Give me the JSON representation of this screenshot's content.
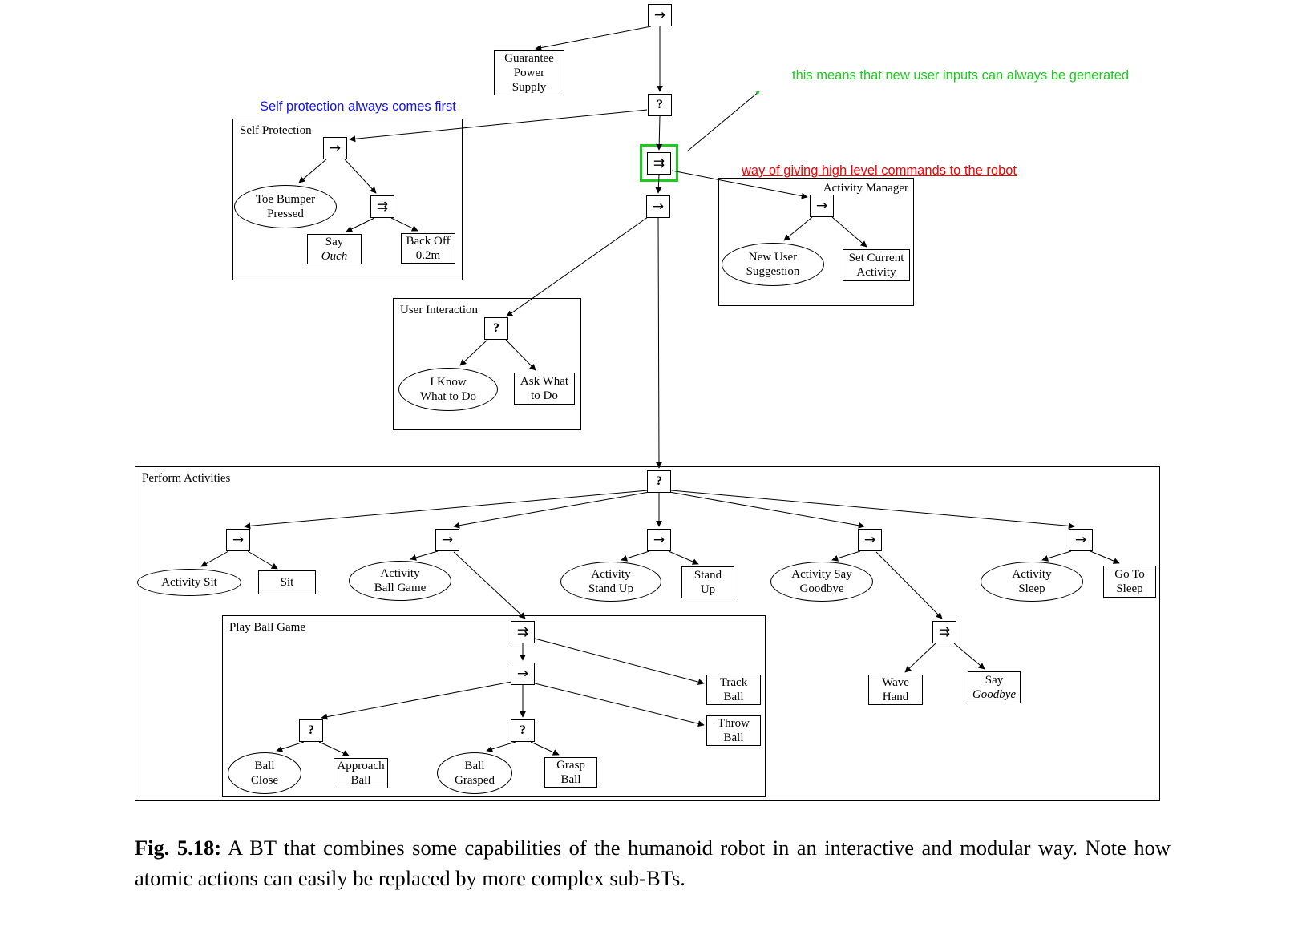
{
  "figure": {
    "caption_label": "Fig. 5.18:",
    "caption_text": "A BT that combines some capabilities of the humanoid robot in an interactive and modular way. Note how atomic actions can easily be replaced by more complex sub-BTs."
  },
  "annotations": {
    "blue_note": "Self protection always comes first",
    "green_note": "this means that new user inputs can always be generated",
    "red_note": "way of giving high level commands to the robot"
  },
  "colors": {
    "annotation_blue": "#1414e6",
    "annotation_green": "#1ecb1e",
    "annotation_red": "#fa0000",
    "node_border": "#000000"
  },
  "symbols": {
    "sequence": "→",
    "fallback": "?",
    "parallel": "⇉"
  },
  "containers": {
    "self_protection": "Self Protection",
    "activity_manager": "Activity Manager",
    "user_interaction": "User Interaction",
    "perform_activities": "Perform Activities",
    "play_ball_game": "Play Ball Game"
  },
  "nodes": {
    "guarantee_power": [
      "Guarantee",
      "Power",
      "Supply"
    ],
    "toe_bumper": [
      "Toe Bumper",
      "Pressed"
    ],
    "say_ouch": {
      "plain": "Say",
      "italic": "Ouch"
    },
    "back_off": [
      "Back Off",
      "0.2m"
    ],
    "new_user_suggestion": [
      "New User",
      "Suggestion"
    ],
    "set_current_activity": [
      "Set Current",
      "Activity"
    ],
    "i_know": [
      "I Know",
      "What to Do"
    ],
    "ask_what": [
      "Ask What",
      "to Do"
    ],
    "activity_sit": [
      "Activity Sit"
    ],
    "sit": [
      "Sit"
    ],
    "activity_ball_game": [
      "Activity",
      "Ball Game"
    ],
    "activity_stand_up": [
      "Activity",
      "Stand Up"
    ],
    "stand_up": [
      "Stand",
      "Up"
    ],
    "activity_say_goodbye": [
      "Activity Say",
      "Goodbye"
    ],
    "activity_sleep": [
      "Activity",
      "Sleep"
    ],
    "go_to_sleep": [
      "Go To",
      "Sleep"
    ],
    "wave_hand": [
      "Wave",
      "Hand"
    ],
    "say_goodbye": {
      "plain": "Say",
      "italic": "Goodbye"
    },
    "track_ball": [
      "Track",
      "Ball"
    ],
    "throw_ball": [
      "Throw",
      "Ball"
    ],
    "ball_close": [
      "Ball",
      "Close"
    ],
    "approach_ball": [
      "Approach",
      "Ball"
    ],
    "ball_grasped": [
      "Ball",
      "Grasped"
    ],
    "grasp_ball": [
      "Grasp",
      "Ball"
    ]
  }
}
